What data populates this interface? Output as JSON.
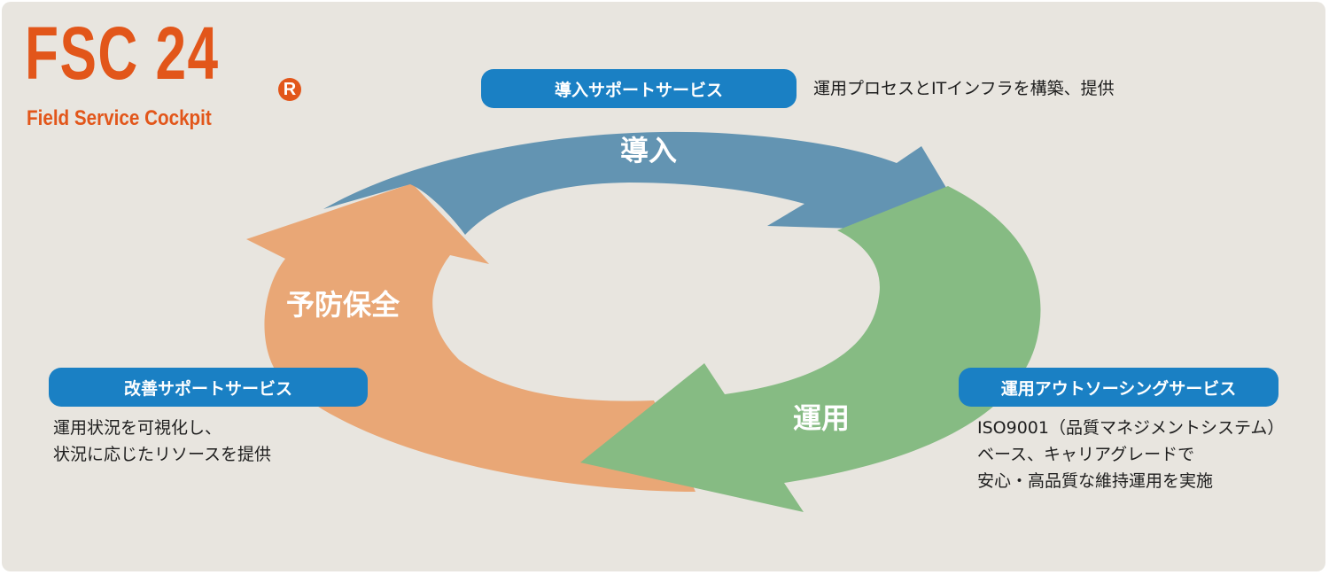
{
  "logo": {
    "main": "FSC 24",
    "registered": "R",
    "sub": "Field Service Cockpit"
  },
  "colors": {
    "orange": "#e2561a",
    "pill_blue": "#1a80c4",
    "arrow_blue": "#6394b2",
    "arrow_green": "#86bb83",
    "arrow_orange": "#e9a776"
  },
  "cycle": {
    "top": "導入",
    "right": "運用",
    "left": "予防保全"
  },
  "services": {
    "introduction": {
      "title": "導入サポートサービス",
      "desc": "運用プロセスとITインフラを構築、提供"
    },
    "operation": {
      "title": "運用アウトソーシングサービス",
      "desc": [
        "ISO9001（品質マネジメントシステム）",
        "ベース、キャリアグレードで",
        "安心・高品質な維持運用を実施"
      ]
    },
    "improvement": {
      "title": "改善サポートサービス",
      "desc": [
        "運用状況を可視化し、",
        "状況に応じたリソースを提供"
      ]
    }
  }
}
